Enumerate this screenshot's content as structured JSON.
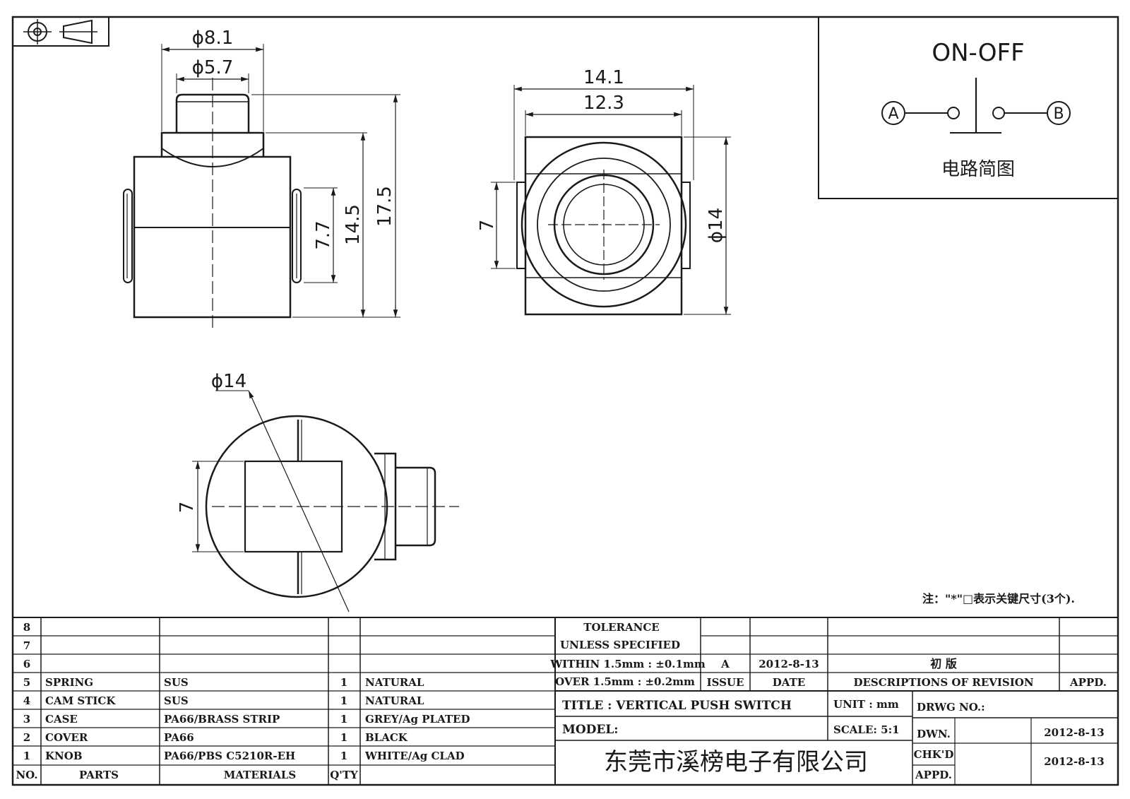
{
  "front_view": {
    "dim_d81": "ϕ8.1",
    "dim_d57": "ϕ5.7",
    "dim_77": "7.7",
    "dim_145": "14.5",
    "dim_175": "17.5"
  },
  "top_view": {
    "dim_141": "14.1",
    "dim_123": "12.3",
    "dim_7": "7",
    "dim_d14": "ϕ14"
  },
  "side_view": {
    "dim_d14": "ϕ14",
    "dim_7": "7"
  },
  "schematic": {
    "title": "ON-OFF",
    "terminal_a": "A",
    "terminal_b": "B",
    "caption": "电路简图"
  },
  "note": "注：\"*\"□表示关键尺寸(3个).",
  "parts": [
    {
      "no": "8",
      "part": "",
      "material": "",
      "qty": "",
      "finish": ""
    },
    {
      "no": "7",
      "part": "",
      "material": "",
      "qty": "",
      "finish": ""
    },
    {
      "no": "6",
      "part": "",
      "material": "",
      "qty": "",
      "finish": ""
    },
    {
      "no": "5",
      "part": "SPRING",
      "material": "SUS",
      "qty": "1",
      "finish": "NATURAL"
    },
    {
      "no": "4",
      "part": "CAM STICK",
      "material": "SUS",
      "qty": "1",
      "finish": "NATURAL"
    },
    {
      "no": "3",
      "part": "CASE",
      "material": "PA66/BRASS STRIP",
      "qty": "1",
      "finish": "GREY/Ag PLATED"
    },
    {
      "no": "2",
      "part": "COVER",
      "material": "PA66",
      "qty": "1",
      "finish": "BLACK"
    },
    {
      "no": "1",
      "part": "KNOB",
      "material": "PA66/PBS C5210R-EH",
      "qty": "1",
      "finish": "WHITE/Ag CLAD"
    }
  ],
  "parts_header": {
    "no": "NO.",
    "part": "PARTS",
    "material": "MATERIALS",
    "qty": "Q'TY"
  },
  "tolerance": {
    "line1": "TOLERANCE",
    "line2": "UNLESS  SPECIFIED",
    "line3": "WITHIN 1.5mm : ±0.1mm",
    "line4": "OVER 1.5mm : ±0.2mm"
  },
  "revision": {
    "issue": "A",
    "date": "2012-8-13",
    "description": "初 版",
    "issue_label": "ISSUE",
    "date_label": "DATE",
    "desc_label": "DESCRIPTIONS OF REVISION",
    "appd_label": "APPD."
  },
  "title_block": {
    "title": "TITLE :  VERTICAL PUSH SWITCH",
    "unit": "UNIT :  mm",
    "drwg_no": "DRWG NO.:",
    "model": "MODEL:",
    "scale": "SCALE:  5:1",
    "dwn_label": "DWN.",
    "dwn_date": "2012-8-13",
    "chkd_label": "CHK'D",
    "chkd_date": "2012-8-13",
    "appd_label": "APPD.",
    "company": "东莞市溪榜电子有限公司"
  }
}
